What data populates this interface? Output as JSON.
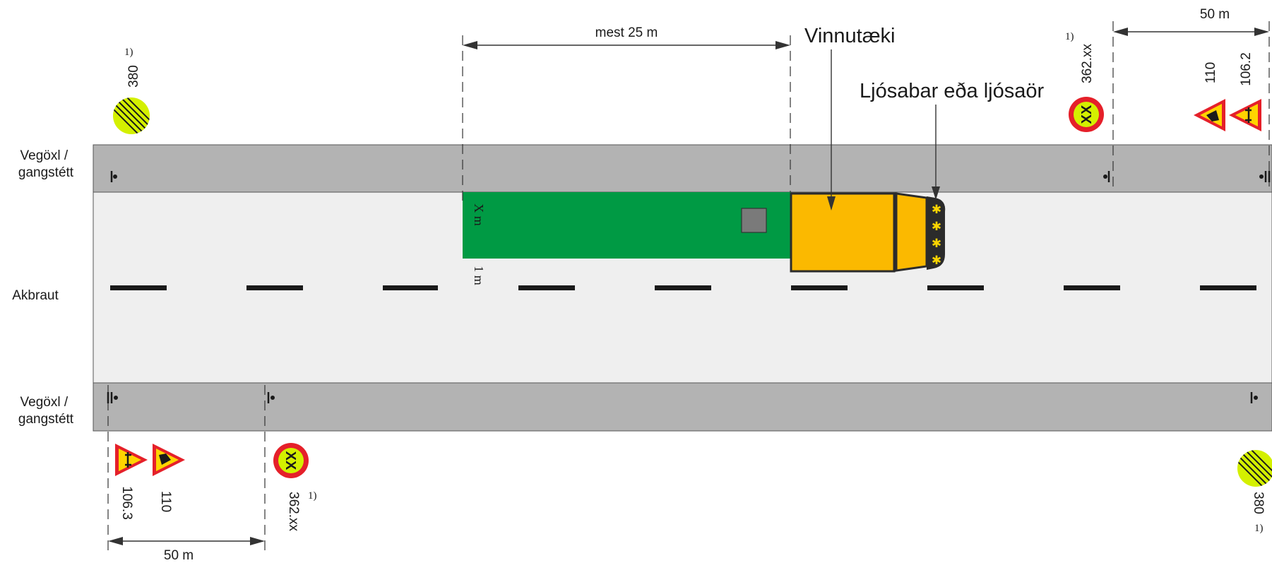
{
  "zones": {
    "shoulder_top_label": [
      "Vegöxl /",
      "gangstétt"
    ],
    "carriageway_label": "Akbraut",
    "shoulder_bottom_label": [
      "Vegöxl /",
      "gangstétt"
    ]
  },
  "dimensions": {
    "work_zone_max": "mest 25 m",
    "sign_spacing_top": "50 m",
    "sign_spacing_bottom": "50 m",
    "work_width": "X m",
    "buffer_width": "1 m"
  },
  "labels": {
    "equipment": "Vinnutæki",
    "beacon": "Ljósabar eða ljósaör"
  },
  "signs": {
    "end_restriction_top": {
      "code": "380",
      "note": "1)"
    },
    "speed_top": {
      "code": "362.xx",
      "note": "1)",
      "text": "XX"
    },
    "roadworks_top": {
      "code": "110"
    },
    "narrowing_top": {
      "code": "106.2"
    },
    "narrowing_bottom": {
      "code": "106.3"
    },
    "roadworks_bottom": {
      "code": "110"
    },
    "speed_bottom": {
      "code": "362.xx",
      "note": "1)",
      "text": "XX"
    },
    "end_restriction_bottom": {
      "code": "380",
      "note": "1)"
    }
  },
  "colors": {
    "shoulder": "#b3b3b3",
    "carriageway": "#efefef",
    "work_area": "#009a44",
    "vehicle": "#fbb900",
    "sign_yellow": "#d4f000",
    "sign_red": "#e5202a",
    "warning_fill": "#ffd400"
  }
}
